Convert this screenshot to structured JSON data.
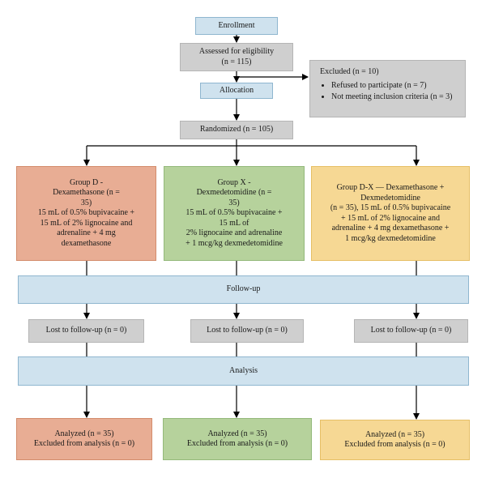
{
  "enrollment": "Enrollment",
  "assessed": {
    "title": "Assessed for eligibility",
    "count": "(n = 115)"
  },
  "excluded": {
    "title": "Excluded (n = 10)",
    "items": [
      "Refused to participate (n = 7)",
      "Not meeting inclusion criteria (n = 3)"
    ]
  },
  "allocation": "Allocation",
  "randomized": "Randomized (n = 105)",
  "groups": [
    {
      "lines": [
        "Group D -",
        "Dexamethasone (n =",
        "35)",
        "15 mL of 0.5% bupivacaine +",
        "15 mL of 2% lignocaine and",
        "adrenaline + 4 mg",
        "dexamethasone"
      ]
    },
    {
      "lines": [
        "Group X -",
        "Dexmedetomidine (n =",
        "35)",
        "15 mL of 0.5% bupivacaine +",
        "15 mL of",
        "2% lignocaine and adrenaline",
        "+ 1 mcg/kg dexmedetomidine"
      ]
    },
    {
      "lines": [
        "Group D-X — Dexamethasone +",
        "Dexmedetomidine",
        "(n = 35), 15 mL of 0.5% bupivacaine",
        "+ 15 mL of 2% lignocaine and",
        "adrenaline + 4 mg dexamethasone +",
        "1 mcg/kg dexmedetomidine"
      ]
    }
  ],
  "followup": "Follow-up",
  "lost": [
    "Lost to follow-up (n = 0)",
    "Lost to follow-up (n = 0)",
    "Lost to follow-up (n = 0)"
  ],
  "analysis": "Analysis",
  "analyzed": [
    {
      "line1": "Analyzed (n = 35)",
      "line2": "Excluded from analysis (n = 0)"
    },
    {
      "line1": "Analyzed (n = 35)",
      "line2": "Excluded from analysis (n = 0)"
    },
    {
      "line1": "Analyzed (n = 35)",
      "line2": "Excluded from analysis (n = 0)"
    }
  ],
  "colors": {
    "blue": "#cfe2ee",
    "gray": "#cfcfcf",
    "orange": "#e8ad94",
    "green": "#b6d29c",
    "yellow": "#f6d894"
  }
}
